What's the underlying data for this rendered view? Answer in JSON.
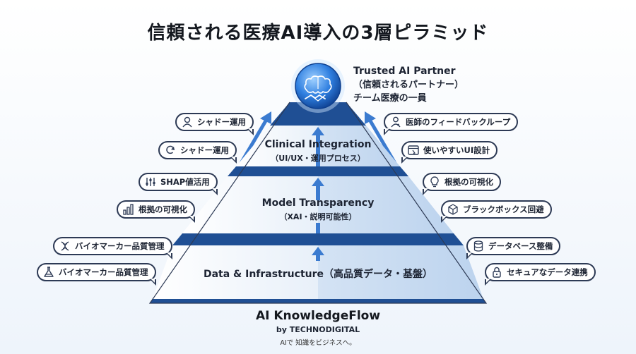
{
  "title": "信頼される医療AI導入の3層ピラミッド",
  "apex": {
    "line1": "Trusted AI Partner",
    "line2": "（信頼されるパートナー）",
    "line3": "チーム医療の一員"
  },
  "layers": [
    {
      "main": "Clinical Integration",
      "sub": "（UI/UX・運用プロセス）"
    },
    {
      "main": "Model Transparency",
      "sub": "（XAI・説明可能性）"
    },
    {
      "main": "Data & Infrastructure（高品質データ・基盤）"
    }
  ],
  "left_items": [
    {
      "label": "シャドー運用",
      "icon": "user-icon"
    },
    {
      "label": "シャドー運用",
      "icon": "refresh-icon"
    },
    {
      "label": "SHAP値活用",
      "icon": "sliders-icon"
    },
    {
      "label": "根拠の可視化",
      "icon": "bar-chart-icon"
    },
    {
      "label": "バイオマーカー品質管理",
      "icon": "dna-icon"
    },
    {
      "label": "バイオマーカー品質管理",
      "icon": "flask-icon"
    }
  ],
  "right_items": [
    {
      "label": "医師のフィードバックループ",
      "icon": "doctor-icon"
    },
    {
      "label": "使いやすいUI設計",
      "icon": "window-icon"
    },
    {
      "label": "根拠の可視化",
      "icon": "lightbulb-icon"
    },
    {
      "label": "ブラックボックス回避",
      "icon": "cube-icon"
    },
    {
      "label": "データベース整備",
      "icon": "database-icon"
    },
    {
      "label": "セキュアなデータ連携",
      "icon": "lock-icon"
    }
  ],
  "brand": {
    "name": "AI KnowledgeFlow",
    "by": "by TECHNODIGITAL",
    "tagline": "AIで 知識をビジネスへ。"
  },
  "colors": {
    "dark_blue": "#1f4f94",
    "mid_blue": "#3b7bd0",
    "light_blue": "#dbe8f6",
    "outline": "#2d3a55"
  }
}
